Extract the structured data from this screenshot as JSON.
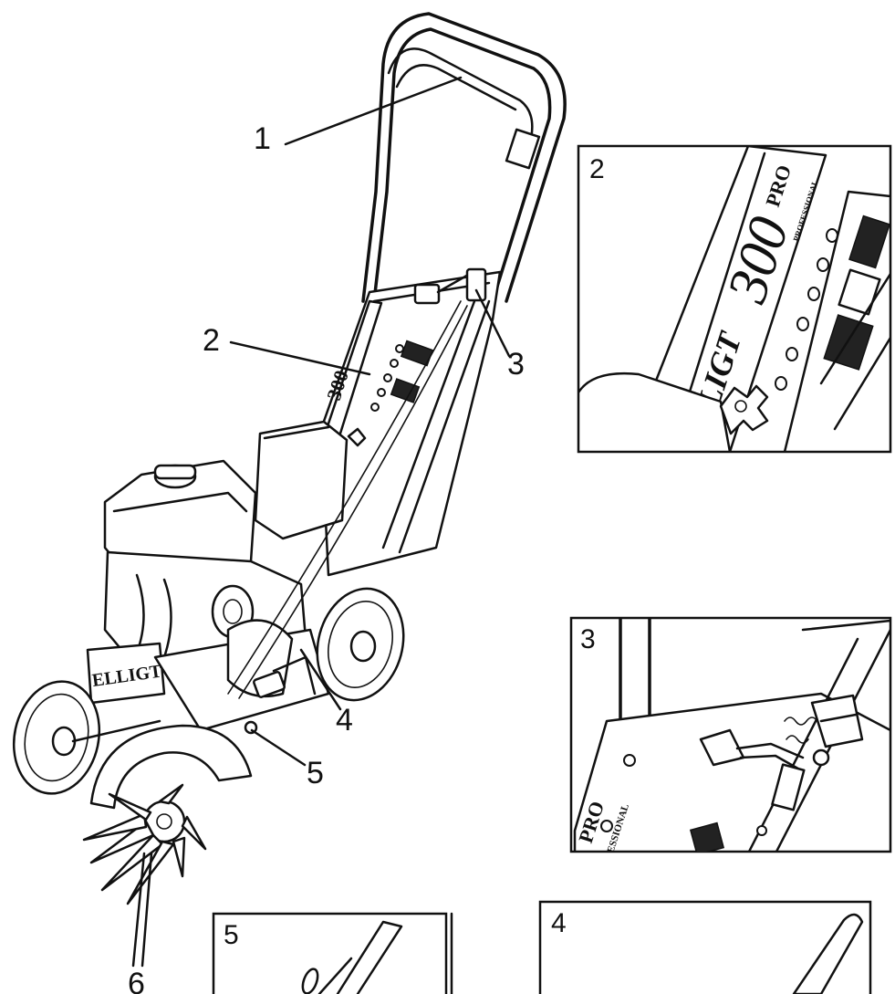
{
  "callouts": [
    {
      "id": "1",
      "label": "1"
    },
    {
      "id": "2",
      "label": "2"
    },
    {
      "id": "3",
      "label": "3"
    },
    {
      "id": "4",
      "label": "4"
    },
    {
      "id": "5",
      "label": "5"
    },
    {
      "id": "6",
      "label": "6"
    }
  ],
  "panels": [
    {
      "id": "2",
      "label": "2"
    },
    {
      "id": "3",
      "label": "3"
    },
    {
      "id": "4",
      "label": "4"
    },
    {
      "id": "5",
      "label": "5"
    }
  ],
  "decals": {
    "model_number": "300",
    "model_suffix": "PRO",
    "grade": "PROFESSIONAL",
    "brand_fragment": "LLIGT",
    "deck_brand": "ELLIGT",
    "panel3_suffix": "PRO",
    "panel3_grade": "ESSIONAL"
  }
}
